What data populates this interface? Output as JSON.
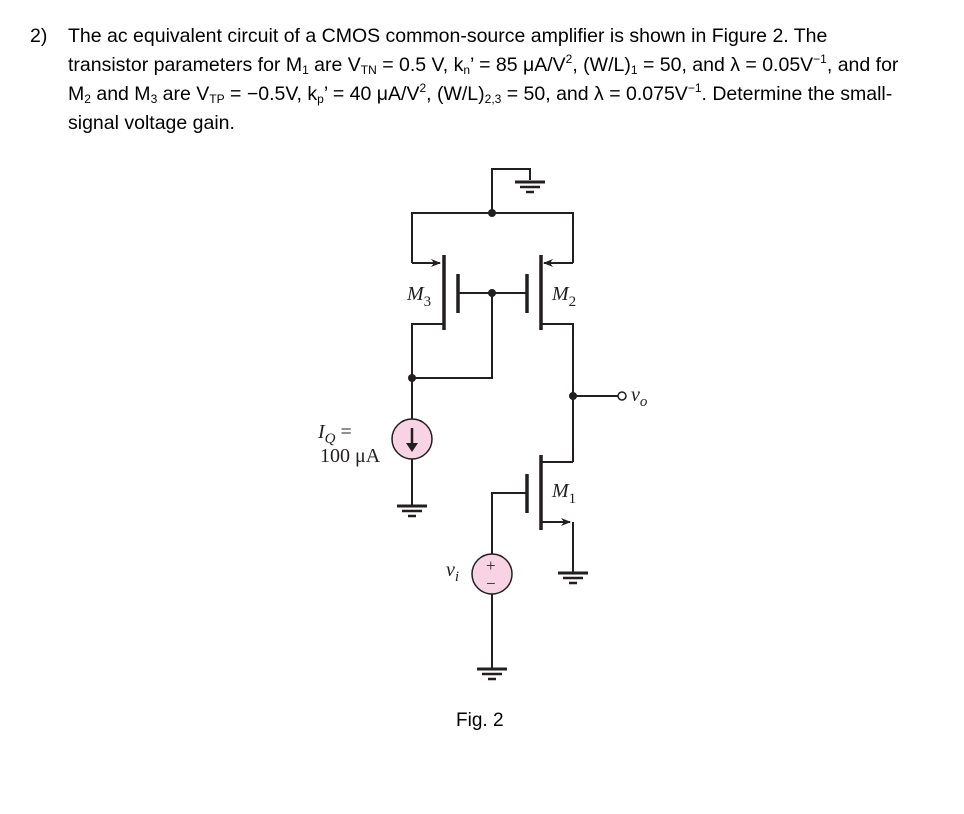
{
  "problem": {
    "number": "2)",
    "line1": "The ac equivalent circuit of a CMOS common-source amplifier is shown in Figure 2. The",
    "line2_a": "transistor parameters for M",
    "line2_a_sub": "1",
    "line2_b": " are V",
    "line2_b_sub": "TN",
    "line2_c": " = 0.5 V, k",
    "line2_c_sub": "n",
    "line2_d": "’ = 85 μA/V",
    "line2_d_sup": "2",
    "line2_e": ", (W/L)",
    "line2_e_sub": "1",
    "line2_f": " = 50, and λ = 0.05V",
    "line2_f_sup": "−1",
    "line2_g": ", and for",
    "line3_a": "M",
    "line3_a_sub": "2",
    "line3_b": " and M",
    "line3_b_sub": "3",
    "line3_c": " are V",
    "line3_c_sub": "TP",
    "line3_d": " = −0.5V, k",
    "line3_d_sub": "p",
    "line3_e": "’ = 40 μA/V",
    "line3_e_sup": "2",
    "line3_f": ", (W/L)",
    "line3_f_sub": "2,3",
    "line3_g": " = 50, and λ = 0.075V",
    "line3_g_sup": "−1",
    "line3_h": ". Determine the small-",
    "line4": "signal voltage gain."
  },
  "circuit": {
    "m3_label": "M",
    "m3_sub": "3",
    "m2_label": "M",
    "m2_sub": "2",
    "m1_label": "M",
    "m1_sub": "1",
    "iq_label": "I",
    "iq_sub": "Q",
    "iq_eq": " =",
    "iq_value": "100 μA",
    "vo_label": "v",
    "vo_sub": "o",
    "vi_label": "v",
    "vi_sub": "i",
    "plus": "+",
    "minus": "−",
    "source_fill": "#f8d3e4"
  },
  "caption": "Fig. 2"
}
